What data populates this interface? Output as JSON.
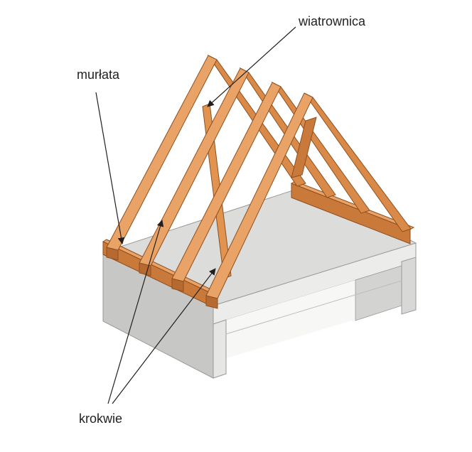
{
  "diagram": {
    "labels": {
      "wind_brace": "wiatrownica",
      "wall_plate": "murłata",
      "rafters": "krokwie"
    },
    "colors": {
      "timber_light": "#e9a366",
      "timber_mid": "#d98a49",
      "timber_dark": "#b76a2f",
      "timber_edge": "#8f4f1f",
      "concrete_top": "#dcdcda",
      "concrete_front": "#c7c7c5",
      "concrete_side": "#ececea",
      "concrete_edge": "#9a9a98",
      "label_text": "#231f20",
      "leader_line": "#231f20"
    }
  }
}
